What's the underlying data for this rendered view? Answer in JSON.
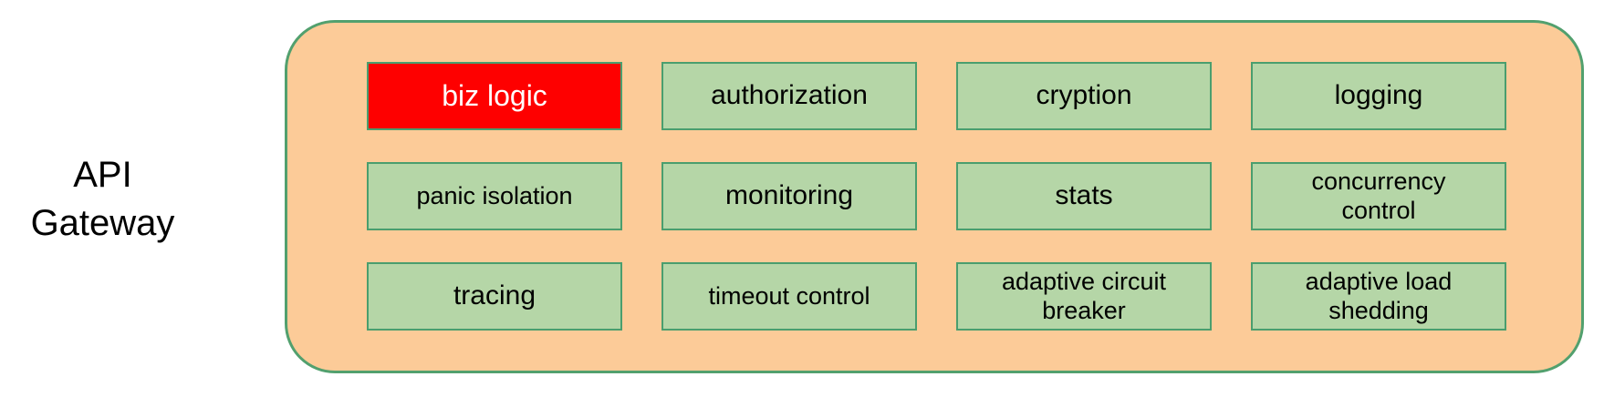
{
  "title": {
    "line1": "API",
    "line2": "Gateway"
  },
  "gateway": {
    "modules": [
      {
        "label": "biz logic",
        "highlight": true
      },
      {
        "label": "authorization",
        "highlight": false
      },
      {
        "label": "cryption",
        "highlight": false
      },
      {
        "label": "logging",
        "highlight": false
      },
      {
        "label": "panic isolation",
        "highlight": false
      },
      {
        "label": "monitoring",
        "highlight": false
      },
      {
        "label": "stats",
        "highlight": false
      },
      {
        "label": "concurrency control",
        "highlight": false
      },
      {
        "label": "tracing",
        "highlight": false
      },
      {
        "label": "timeout control",
        "highlight": false
      },
      {
        "label": "adaptive circuit breaker",
        "highlight": false
      },
      {
        "label": "adaptive load shedding",
        "highlight": false
      }
    ]
  },
  "colors": {
    "container_fill": "#fccb98",
    "container_border": "#52a06e",
    "module_fill": "#b5d6a7",
    "module_border": "#4a9e6e",
    "highlight_fill": "#fe0000",
    "highlight_text": "#ffffff",
    "text_color": "#000000"
  }
}
